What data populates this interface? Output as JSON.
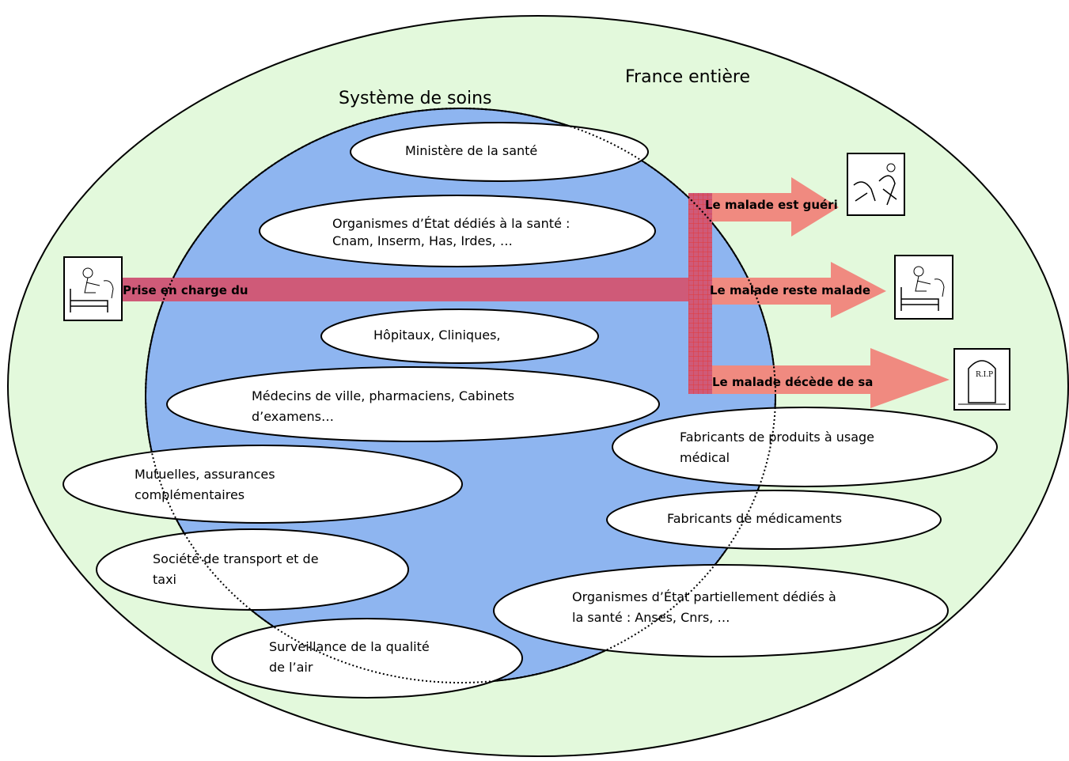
{
  "title_france": "France entière",
  "title_system": "Système de soins",
  "ellipses": [
    {
      "id": "ministere",
      "lines": [
        "Ministère de la santé"
      ]
    },
    {
      "id": "organismes-etat",
      "lines": [
        "Organismes d’État dédiés à la santé :",
        "Cnam, Inserm, Has, Irdes, …"
      ]
    },
    {
      "id": "hopitaux",
      "lines": [
        "Hôpitaux, Cliniques,"
      ]
    },
    {
      "id": "medecins",
      "lines": [
        "Médecins de ville, pharmaciens, Cabinets",
        "d’examens…"
      ]
    },
    {
      "id": "fabricants-produits",
      "lines": [
        "Fabricants de produits à usage",
        "médical"
      ]
    },
    {
      "id": "mutuelles",
      "lines": [
        "Mutuelles, assurances",
        "complémentaires"
      ]
    },
    {
      "id": "fabricants-medicaments",
      "lines": [
        "Fabricants de médicaments"
      ]
    },
    {
      "id": "transport",
      "lines": [
        "Société de transport et de",
        "taxi"
      ]
    },
    {
      "id": "organismes-partiels",
      "lines": [
        "Organismes d’État partiellement dédiés à",
        "la santé : Anses, Cnrs, …"
      ]
    },
    {
      "id": "surveillance",
      "lines": [
        "Surveillance de la qualité",
        "de l’air"
      ]
    }
  ],
  "arrows": {
    "main": "Prise en charge du",
    "gueri": "Le malade est guéri",
    "reste": "Le malade reste malade",
    "decede": "Le malade décède de sa"
  },
  "icons": [
    "patient-in-bed-icon",
    "recovered-person-icon",
    "patient-in-bed-icon",
    "tombstone-icon"
  ],
  "colors": {
    "outer_fill": "#e3f9dc",
    "system_fill": "#8eb5f0",
    "arrow_fill": "#f08a80",
    "arrow_main": "#cf5a78"
  }
}
